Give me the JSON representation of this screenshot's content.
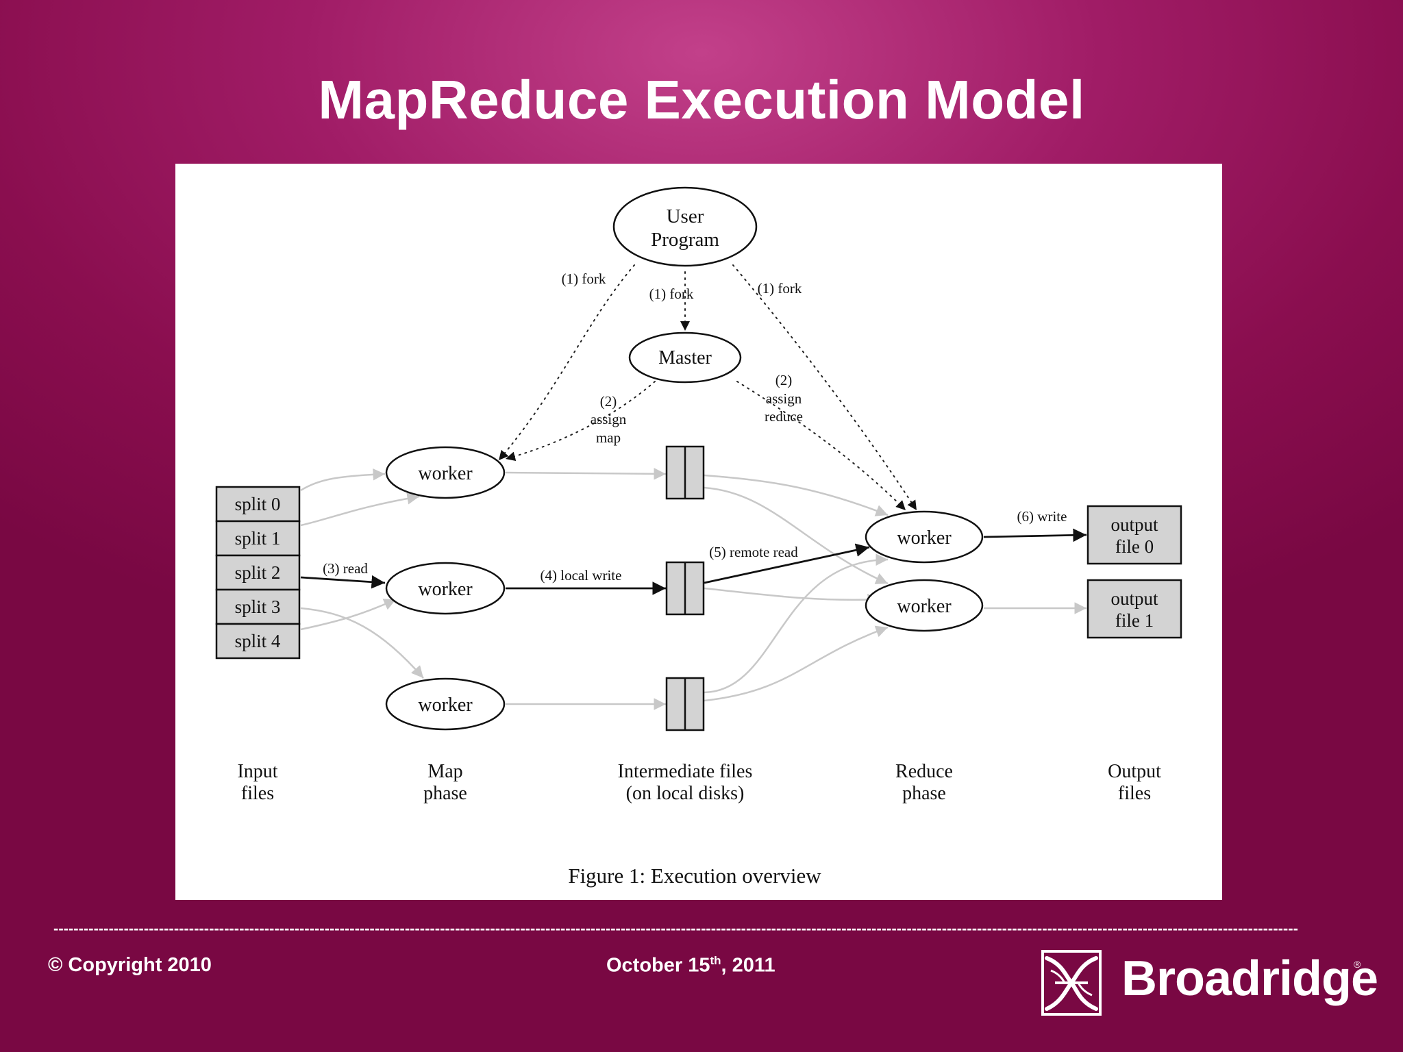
{
  "slide": {
    "title": "MapReduce Execution Model",
    "dashes": "--------------------------------------------------------------------------------------------------------------------------------------------------------------------------------------------------------------------------------------------------------",
    "copyright": "© Copyright 2010",
    "date_prefix": "October 15",
    "date_sup": "th",
    "date_suffix": ", 2011",
    "logo_text": "Broadridge",
    "logo_reg": "®"
  },
  "diagram": {
    "user_program_line1": "User",
    "user_program_line2": "Program",
    "master": "Master",
    "fork_left": "(1) fork",
    "fork_center": "(1) fork",
    "fork_right": "(1) fork",
    "assign_map": [
      "(2)",
      "assign",
      "map"
    ],
    "assign_reduce": [
      "(2)",
      "assign",
      "reduce"
    ],
    "splits": [
      "split 0",
      "split 1",
      "split 2",
      "split 3",
      "split 4"
    ],
    "worker": "worker",
    "read": "(3) read",
    "local_write": "(4) local write",
    "remote_read": "(5) remote read",
    "write": "(6) write",
    "outputs": [
      [
        "output",
        "file 0"
      ],
      [
        "output",
        "file 1"
      ]
    ],
    "captions": {
      "input": [
        "Input",
        "files"
      ],
      "map": [
        "Map",
        "phase"
      ],
      "intermediate": [
        "Intermediate files",
        "(on local disks)"
      ],
      "reduce": [
        "Reduce",
        "phase"
      ],
      "output": [
        "Output",
        "files"
      ]
    },
    "figure_caption": "Figure 1: Execution overview"
  }
}
